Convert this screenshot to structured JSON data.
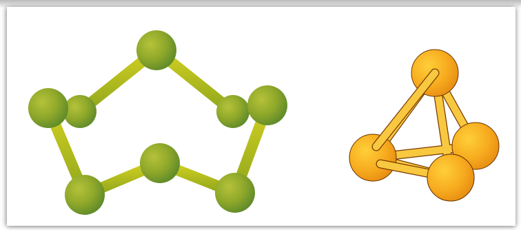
{
  "figure": {
    "molecules": [
      {
        "id": "eight-atom-ring",
        "atom_count": 8,
        "bond_count": 8,
        "atom_color": "#8fa82a",
        "bond_color": "#b8c21a"
      },
      {
        "id": "four-atom-tetrahedron",
        "atom_count": 4,
        "bond_count": 6,
        "atom_color": "#f2a31a",
        "bond_color": "#f7c13a"
      }
    ]
  }
}
